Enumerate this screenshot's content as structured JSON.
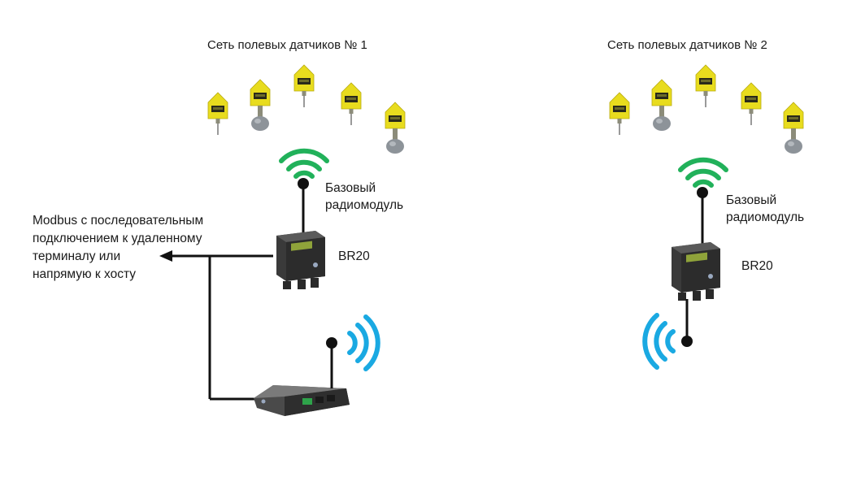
{
  "networks": [
    {
      "title": "Сеть  полевых датчиков № 1",
      "module_line1": "Базовый",
      "module_line2": "радиомодуль",
      "device": "BR20"
    },
    {
      "title": "Сеть  полевых датчиков № 2",
      "module_line1": "Базовый",
      "module_line2": "радиомодуль",
      "device": "BR20"
    }
  ],
  "modbus": {
    "line1": "Modbus с последовательным",
    "line2": "подключением к удаленному",
    "line3": "терминалу или",
    "line4": "напрямую к хосту"
  },
  "colors": {
    "signal_green": "#21b15a",
    "signal_blue": "#1aa9e2",
    "sensor_yellow": "#e8dc1e",
    "line": "#111111"
  },
  "icons": [
    "field-sensor-icon",
    "wireless-signal-icon",
    "base-radio-module-icon",
    "gateway-router-icon"
  ]
}
